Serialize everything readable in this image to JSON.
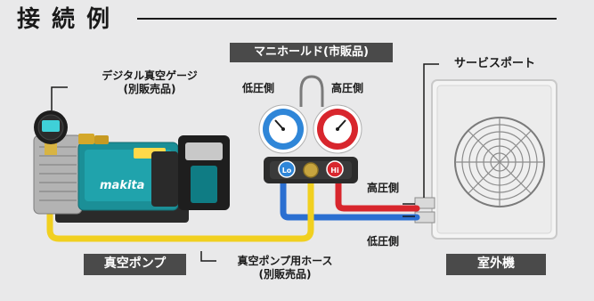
{
  "title": "接 続 例",
  "labels": {
    "digital_gauge_line1": "デジタル真空ゲージ",
    "digital_gauge_line2": "(別販売品)",
    "manifold": "マニホールド(市販品)",
    "low_pressure_side": "低圧側",
    "high_pressure_side": "高圧側",
    "service_port": "サービスポート",
    "high_pressure_port": "高圧側",
    "low_pressure_port": "低圧側",
    "vacuum_pump": "真空ポンプ",
    "hose_line1": "真空ポンプ用ホース",
    "hose_line2": "(別販売品)",
    "outdoor_unit": "室外機",
    "pump_brand": "makita",
    "gauge_lo": "Lo",
    "gauge_hi": "Hi"
  },
  "colors": {
    "background": "#e9e9ea",
    "label_box": "#4a4a4a",
    "hose_yellow": "#f1d020",
    "hose_red": "#d8262d",
    "hose_blue": "#2b6fd1",
    "pump_teal": "#1b8f97",
    "gauge_low": "#2f86d8",
    "gauge_high": "#d8262d"
  }
}
